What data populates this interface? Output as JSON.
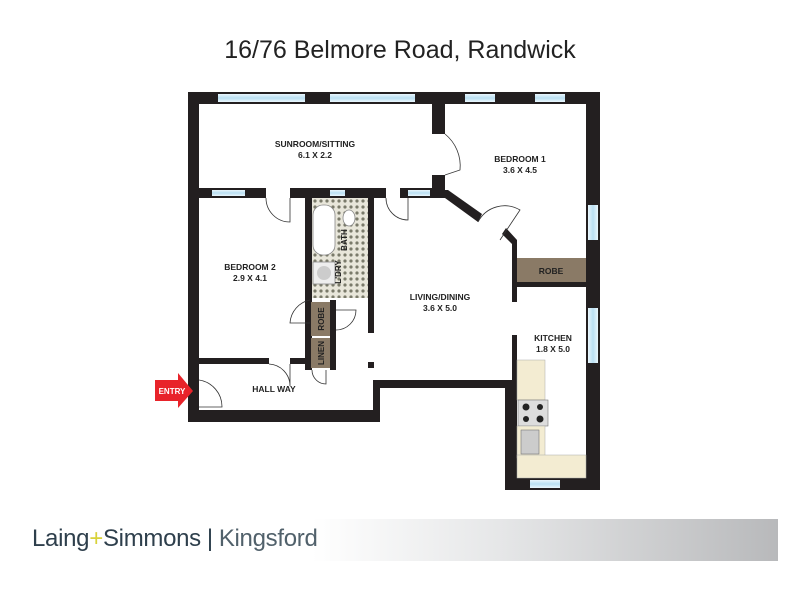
{
  "title": "16/76 Belmore Road, Randwick",
  "rooms": [
    {
      "name": "SUNROOM/SITTING",
      "size": "6.1 X 2.2"
    },
    {
      "name": "BEDROOM 1",
      "size": "3.6 X 4.5"
    },
    {
      "name": "BEDROOM 2",
      "size": "2.9 X 4.1"
    },
    {
      "name": "LIVING/DINING",
      "size": "3.6 X 5.0"
    },
    {
      "name": "KITCHEN",
      "size": "1.8 X 5.0"
    },
    {
      "name": "HALL WAY",
      "size": ""
    }
  ],
  "small_labels": {
    "robe1": "ROBE",
    "robe2": "ROBE",
    "linen": "LINEN",
    "bath": "BATH",
    "laundry": "L'DRY",
    "entry": "ENTRY"
  },
  "footer": {
    "brand_left": "Laing",
    "brand_plus": "+",
    "brand_right": "Simmons",
    "separator": "|",
    "office": "Kingsford"
  },
  "colors": {
    "wall": "#231f20",
    "window": "#cfeaf7",
    "robe": "#8a7a66",
    "counter": "#f3ecd2",
    "entry": "#e8232a"
  }
}
